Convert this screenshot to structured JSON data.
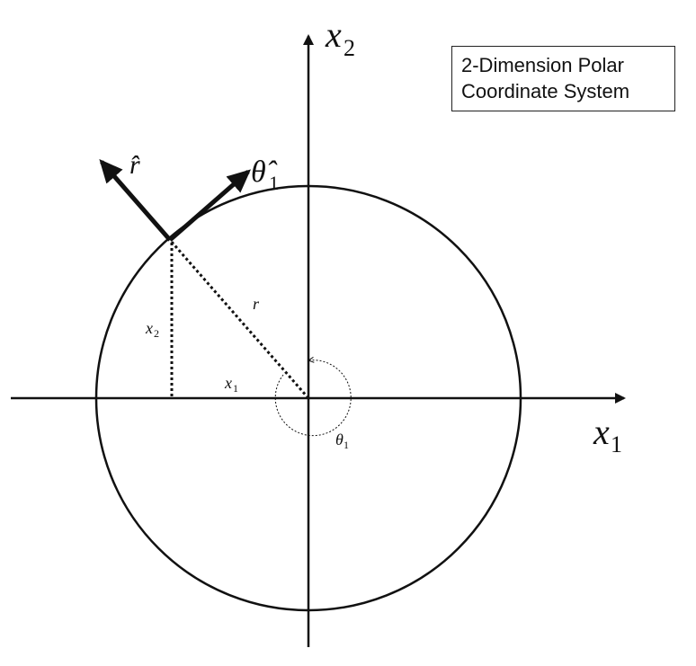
{
  "title_box": {
    "line1": "2-Dimension Polar",
    "line2": "Coordinate System"
  },
  "labels": {
    "x1_axis": "x",
    "x1_axis_sub": "1",
    "x2_axis": "x",
    "x2_axis_sub": "2",
    "r_hat": "r̂",
    "theta_hat": "θ̂",
    "theta_hat_sub": "1",
    "r": "r",
    "x1_leg": "x",
    "x1_leg_sub": "1",
    "x2_leg": "x",
    "x2_leg_sub": "2",
    "theta": "θ",
    "theta_sub": "1"
  }
}
